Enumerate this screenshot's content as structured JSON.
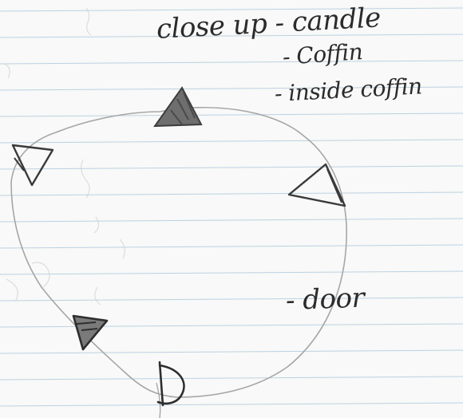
{
  "paper": {
    "background": "#f8f9f8",
    "rule_color": "#a9c4dc",
    "pencil_color": "#a6a6a6",
    "ink_color": "#2b2b2b"
  },
  "notes": {
    "line_1": "close up - candle",
    "line_2": "- Coffin",
    "line_3": "- inside coffin",
    "door": "- door"
  },
  "sketch": {
    "camera_marks": [
      "triangle-top",
      "triangle-right",
      "triangle-left",
      "triangle-lower-left"
    ],
    "door_glyph": "D"
  }
}
